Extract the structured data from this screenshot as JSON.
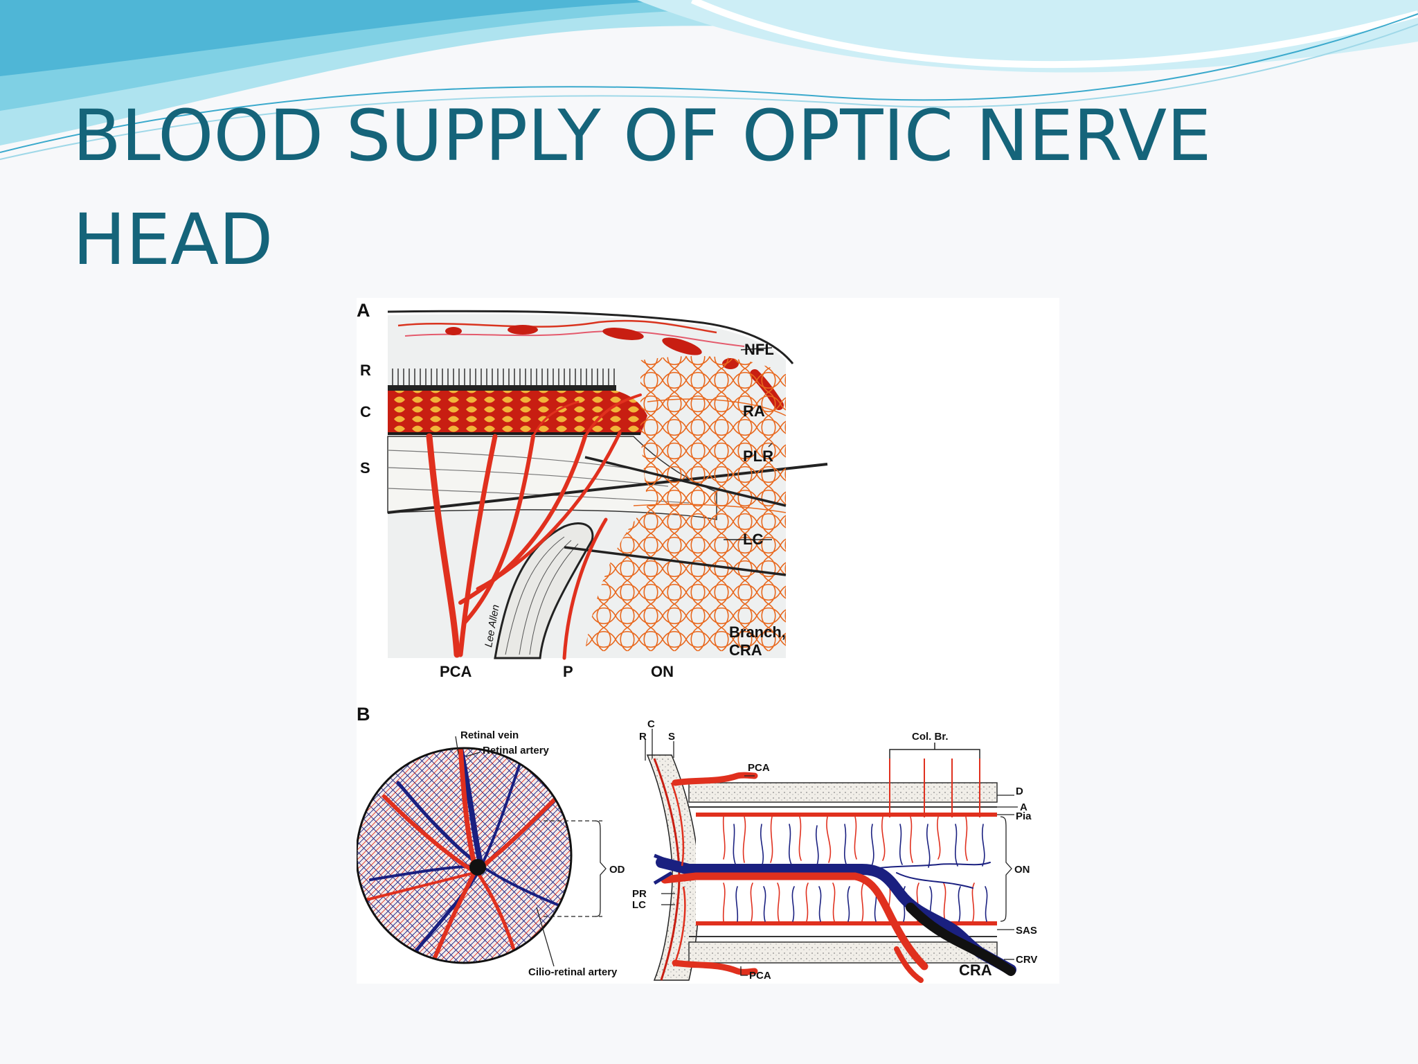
{
  "slide": {
    "title_lines": [
      "BLOOD SUPPLY OF OPTIC NERVE",
      "HEAD"
    ]
  },
  "colors": {
    "title": "#15647a",
    "artery": "#e0301e",
    "vein": "#1a2080",
    "wave_light": "#aee3ef",
    "wave_mid": "#6cc6de"
  },
  "figure": {
    "panel_a": {
      "letter": "A",
      "left_labels": [
        "R",
        "C",
        "S"
      ],
      "right_labels": [
        "NFL",
        "RA",
        "PLR",
        "LC"
      ],
      "branch_label": [
        "Branch,",
        "CRA"
      ],
      "bottom_labels": [
        "PCA",
        "P",
        "ON"
      ],
      "signature": "Lee Allen"
    },
    "panel_b": {
      "letter": "B",
      "retinal_vein": "Retinal vein",
      "retinal_artery": "Retinal artery",
      "cilio_retinal_artery": "Cilio-retinal artery",
      "od": "OD",
      "top_labels": [
        "C",
        "R",
        "S"
      ],
      "pca_top": "PCA",
      "pca_bottom": "PCA",
      "col_br": "Col. Br.",
      "right_labels": [
        "D",
        "A",
        "Pia",
        "ON",
        "SAS",
        "CRV"
      ],
      "pr": "PR",
      "lc": "LC",
      "cra": "CRA"
    }
  }
}
